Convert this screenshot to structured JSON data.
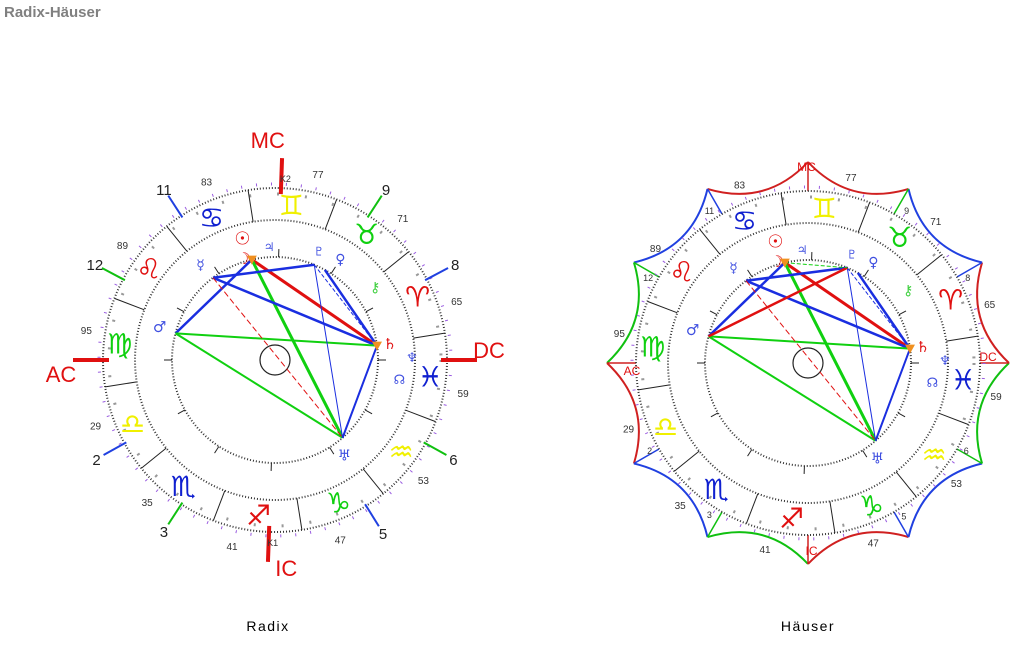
{
  "title": "Radix-Häuser",
  "charts": [
    {
      "caption": "Radix",
      "angles": {
        "ac": "AC",
        "dc": "DC",
        "mc": "MC",
        "ic": "IC"
      },
      "house_numbers": [
        "2",
        "3",
        "5",
        "6",
        "8",
        "9",
        "11",
        "12"
      ],
      "degree_labels": [
        "83",
        "77",
        "71",
        "65",
        "59",
        "53",
        "47",
        "41",
        "35",
        "29",
        "95",
        "89"
      ],
      "k_labels": [
        "K2",
        "K1"
      ]
    },
    {
      "caption": "Häuser",
      "angles": {
        "ac": "AC",
        "dc": "DC",
        "mc": "MC",
        "ic": "IC"
      },
      "house_numbers": [
        "2",
        "3",
        "5",
        "6",
        "8",
        "9",
        "11",
        "12"
      ],
      "degree_labels": [
        "83",
        "77",
        "71",
        "65",
        "59",
        "53",
        "47",
        "41",
        "35",
        "29",
        "95",
        "89"
      ]
    }
  ],
  "signs": [
    {
      "name": "libra",
      "glyph": "♎",
      "color": "#f0f000"
    },
    {
      "name": "scorpio",
      "glyph": "♏",
      "color": "#1020d0"
    },
    {
      "name": "sagittarius",
      "glyph": "♐",
      "color": "#e01010"
    },
    {
      "name": "capricorn",
      "glyph": "♑",
      "color": "#10d010"
    },
    {
      "name": "aquarius",
      "glyph": "♒",
      "color": "#f0f000"
    },
    {
      "name": "pisces",
      "glyph": "♓",
      "color": "#1020d0"
    },
    {
      "name": "aries",
      "glyph": "♈",
      "color": "#e01010"
    },
    {
      "name": "taurus",
      "glyph": "♉",
      "color": "#10d010"
    },
    {
      "name": "gemini",
      "glyph": "♊",
      "color": "#f0f000"
    },
    {
      "name": "cancer",
      "glyph": "♋",
      "color": "#1020d0"
    },
    {
      "name": "leo",
      "glyph": "♌",
      "color": "#e01010"
    },
    {
      "name": "virgo",
      "glyph": "♍",
      "color": "#10d010"
    }
  ],
  "planets": [
    {
      "name": "sun",
      "glyph": "☉",
      "color": "#e01010"
    },
    {
      "name": "moon",
      "glyph": "☽",
      "color": "#e01010"
    },
    {
      "name": "jupiter",
      "glyph": "♃",
      "color": "#4050e0"
    },
    {
      "name": "mercury",
      "glyph": "☿",
      "color": "#4050e0"
    },
    {
      "name": "pluto",
      "glyph": "♇",
      "color": "#4050e0"
    },
    {
      "name": "venus",
      "glyph": "♀",
      "color": "#4050e0"
    },
    {
      "name": "chiron",
      "glyph": "⚷",
      "color": "#40d040"
    },
    {
      "name": "mars",
      "glyph": "♂",
      "color": "#4050e0"
    },
    {
      "name": "saturn",
      "glyph": "♄",
      "color": "#e01010"
    },
    {
      "name": "neptune",
      "glyph": "♆",
      "color": "#4050e0"
    },
    {
      "name": "node",
      "glyph": "☊",
      "color": "#4050e0"
    },
    {
      "name": "uranus",
      "glyph": "♅",
      "color": "#4050e0"
    }
  ]
}
